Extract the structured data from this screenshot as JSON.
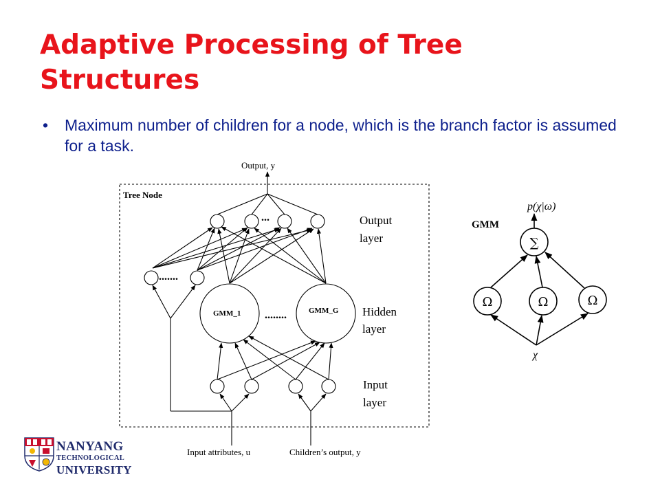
{
  "slide": {
    "title": "Adaptive Processing of Tree Structures",
    "bullet": "Maximum number of children for a node, which is the branch factor is assumed for a task."
  },
  "tree_diagram": {
    "output_label": "Output, y",
    "tree_node_label": "Tree Node",
    "output_layer_label": [
      "Output",
      "layer"
    ],
    "hidden_layer_label": [
      "Hidden",
      "layer"
    ],
    "input_layer_label": [
      "Input",
      "layer"
    ],
    "gmm_1_label": "GMM_1",
    "gmm_g_label": "GMM_G",
    "ellipsis_top": "...",
    "ellipsis_hidden": "........",
    "ellipsis_left": ".......",
    "input_attributes_label": "Input attributes, u",
    "children_output_label": "Children’s output, y"
  },
  "gmm_diagram": {
    "title": "GMM",
    "output_prob": "p(χ|ω)",
    "sum_symbol": "∑",
    "component_symbol": "Ω",
    "input_symbol": "χ"
  },
  "logo": {
    "line1": "NANYANG",
    "line2": "TECHNOLOGICAL",
    "line3": "UNIVERSITY",
    "colors": {
      "red": "#c8102e",
      "navy": "#1f2a6b",
      "gold": "#f2b705"
    }
  },
  "colors": {
    "title": "#e8141b",
    "bullet": "#0d1f8c"
  }
}
